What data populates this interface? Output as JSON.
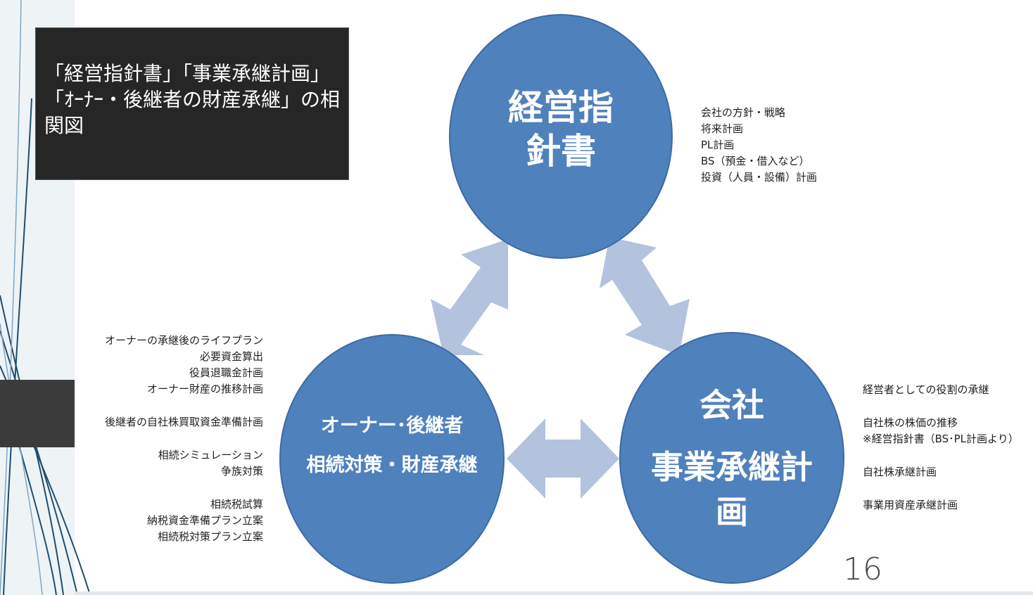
{
  "title": "「経営指針書」「事業承継計画」「ｵｰﾅｰ・後継者の財産承継」の相関図",
  "circles": {
    "top": {
      "line1": "経営指",
      "line2": "針書"
    },
    "left": {
      "line1": "オーナー･後継者",
      "line2": "相続対策・財産承継"
    },
    "right": {
      "line1": "会社",
      "line2": "事業承継計画"
    }
  },
  "notes_top": [
    "会社の方針・戦略",
    "将来計画",
    "PL計画",
    "BS（預金・借入など）",
    "投資（人員・設備）計画"
  ],
  "notes_left": {
    "group1": [
      "オーナーの承継後のライフプラン",
      "必要資金算出",
      "役員退職金計画",
      "オーナー財産の推移計画"
    ],
    "group2": [
      "後継者の自社株買取資金準備計画"
    ],
    "group3": [
      "相続シミュレーション",
      "争族対策"
    ],
    "group4": [
      "相続税試算",
      "納税資金準備プラン立案",
      "相続税対策プラン立案"
    ]
  },
  "notes_right": {
    "group1": [
      "経営者としての役割の承継"
    ],
    "group2": [
      "自社株の株価の推移",
      "※経営指針書（BS･PL計画より）"
    ],
    "group3": [
      "自社株承継計画"
    ],
    "group4": [
      "事業用資産承継計画"
    ]
  },
  "page_number": "16",
  "colors": {
    "circle": "#4f81bd",
    "arrow": "#b3c3dd",
    "title_bg": "#262626"
  }
}
